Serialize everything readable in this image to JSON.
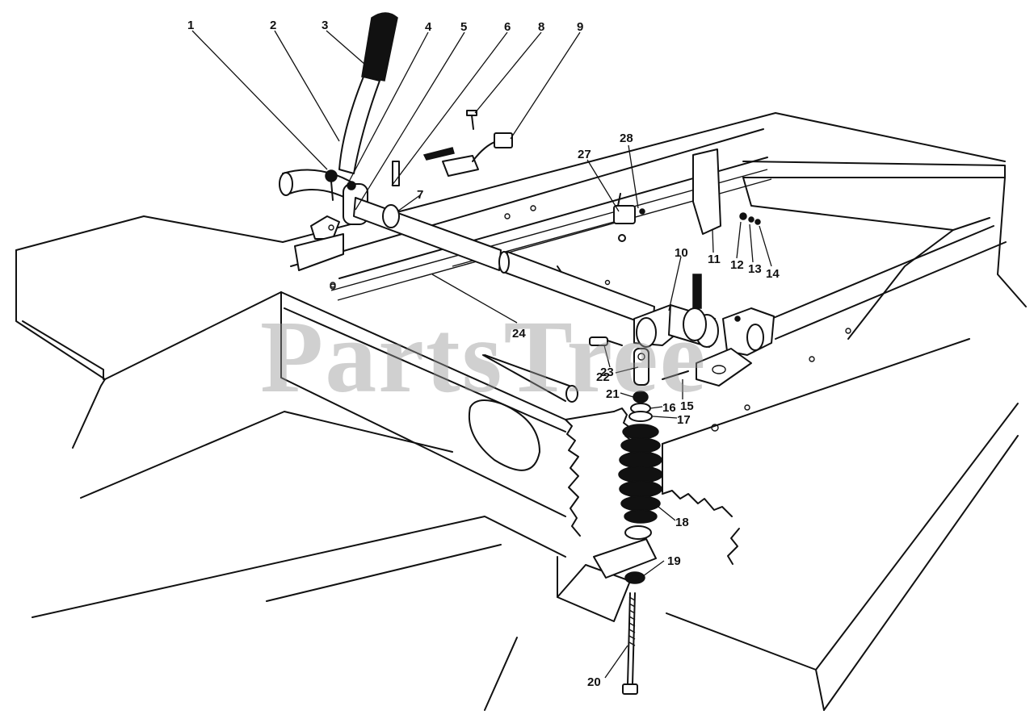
{
  "watermark": "PartsTree",
  "callouts": [
    {
      "id": "1",
      "label": "1"
    },
    {
      "id": "2",
      "label": "2"
    },
    {
      "id": "3",
      "label": "3"
    },
    {
      "id": "4",
      "label": "4"
    },
    {
      "id": "5",
      "label": "5"
    },
    {
      "id": "6",
      "label": "6"
    },
    {
      "id": "8",
      "label": "8"
    },
    {
      "id": "9",
      "label": "9"
    },
    {
      "id": "7",
      "label": "7"
    },
    {
      "id": "27",
      "label": "27"
    },
    {
      "id": "28",
      "label": "28"
    },
    {
      "id": "10",
      "label": "10"
    },
    {
      "id": "11",
      "label": "11"
    },
    {
      "id": "12",
      "label": "12"
    },
    {
      "id": "13",
      "label": "13"
    },
    {
      "id": "14",
      "label": "14"
    },
    {
      "id": "24",
      "label": "24"
    },
    {
      "id": "23",
      "label": "23"
    },
    {
      "id": "22",
      "label": "22"
    },
    {
      "id": "21",
      "label": "21"
    },
    {
      "id": "16",
      "label": "16"
    },
    {
      "id": "15",
      "label": "15"
    },
    {
      "id": "17",
      "label": "17"
    },
    {
      "id": "18",
      "label": "18"
    },
    {
      "id": "19",
      "label": "19"
    },
    {
      "id": "20",
      "label": "20"
    }
  ]
}
